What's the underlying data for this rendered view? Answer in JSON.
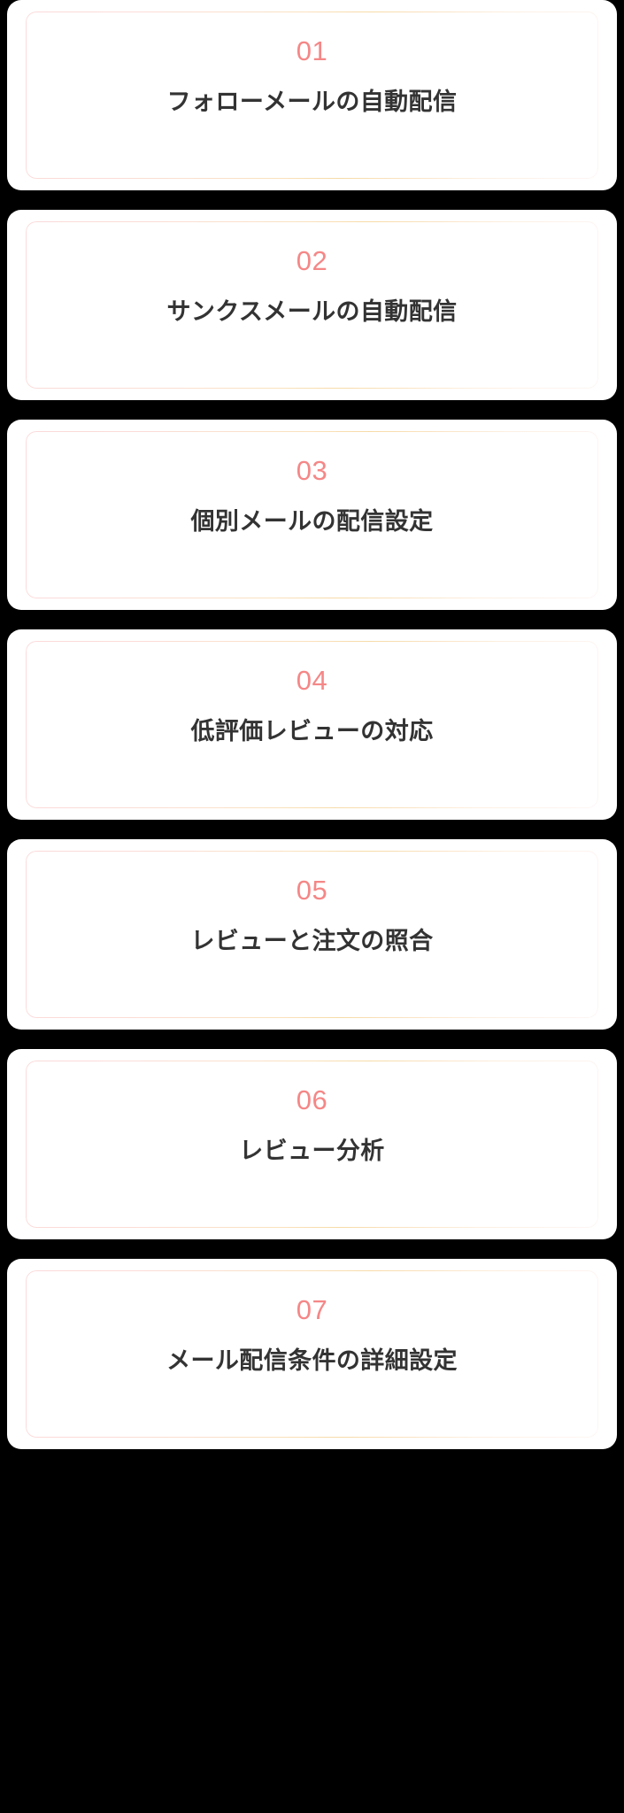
{
  "theme": {
    "background": "#000000",
    "card_background": "#ffffff",
    "number_color": "#f58787",
    "title_color": "#333333",
    "border_gradient_start": "#fbdada",
    "border_gradient_mid": "#f7dba8",
    "border_gradient_end": "#fdf6f4"
  },
  "steps": [
    {
      "number": "01",
      "title": "フォローメールの自動配信"
    },
    {
      "number": "02",
      "title": "サンクスメールの自動配信"
    },
    {
      "number": "03",
      "title": "個別メールの配信設定"
    },
    {
      "number": "04",
      "title": "低評価レビューの対応"
    },
    {
      "number": "05",
      "title": "レビューと注文の照合"
    },
    {
      "number": "06",
      "title": "レビュー分析"
    },
    {
      "number": "07",
      "title": "メール配信条件の詳細設定"
    }
  ]
}
